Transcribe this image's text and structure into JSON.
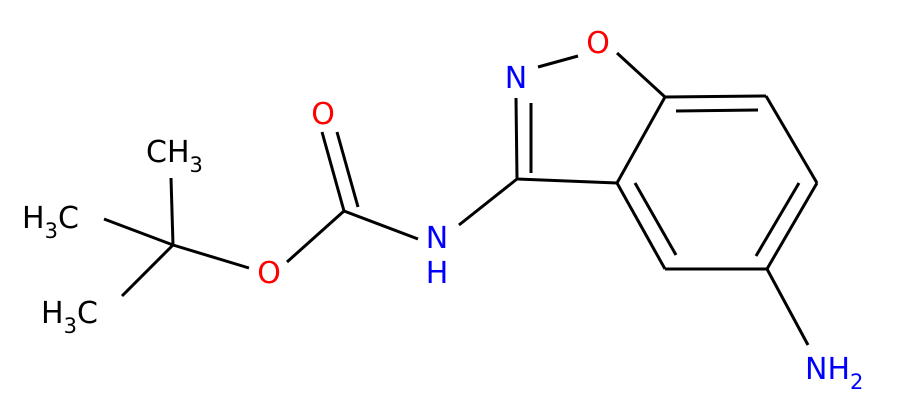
{
  "structure": {
    "colors": {
      "carbon": "#000000",
      "nitrogen": "#0000ff",
      "oxygen": "#ff0000",
      "bond": "#000000",
      "background": "#ffffff"
    },
    "labels": {
      "ring_o": "O",
      "ring_n": "N",
      "carbonyl_o": "O",
      "ester_o": "O",
      "nh_n": "N",
      "nh_h": "H",
      "ch3_top_c": "CH",
      "ch3_top_sub": "3",
      "ch3_mid_h": "H",
      "ch3_mid_sub": "3",
      "ch3_mid_c": "C",
      "ch3_bot_h": "H",
      "ch3_bot_sub": "3",
      "ch3_bot_c": "C",
      "nh2_n": "NH",
      "nh2_sub": "2"
    }
  }
}
